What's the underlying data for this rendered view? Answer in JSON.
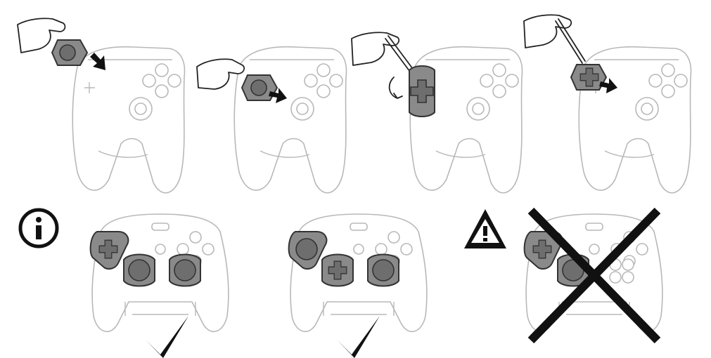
{
  "colors": {
    "outline": "#b8b8b8",
    "module": "#8a8a8a",
    "ink": "#222222",
    "cross": "#111111"
  },
  "steps": [
    {
      "id": 1,
      "action": "pull-out-stick-module",
      "icons": [
        "hand-icon",
        "stick-module-icon",
        "arrow-icon"
      ]
    },
    {
      "id": 2,
      "action": "insert-stick-module",
      "icons": [
        "hand-icon",
        "stick-module-icon",
        "arrow-icon"
      ]
    },
    {
      "id": 3,
      "action": "unscrew-dpad-module",
      "icons": [
        "screwdriver-icon",
        "rotate-icon"
      ]
    },
    {
      "id": 4,
      "action": "remove-dpad-module",
      "icons": [
        "screwdriver-icon",
        "dpad-module-icon",
        "arrow-icon"
      ]
    }
  ],
  "layouts": [
    {
      "id": "a",
      "left_module": "dpad-over-stick",
      "valid": true,
      "mark": "check-icon"
    },
    {
      "id": "b",
      "left_module": "stick-over-dpad",
      "valid": true,
      "mark": "check-icon"
    },
    {
      "id": "c",
      "left_module": "dpad-over-stick-with-pad-right",
      "valid": false,
      "mark": "cross-icon"
    }
  ],
  "markers": {
    "info_icon": "info-icon",
    "warning_icon": "warning-icon"
  }
}
